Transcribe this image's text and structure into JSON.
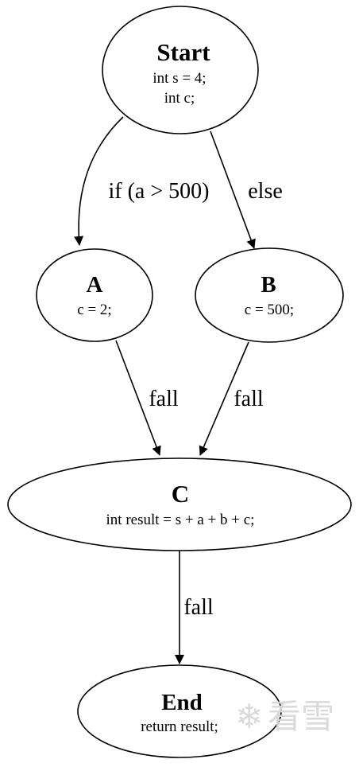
{
  "diagram": {
    "nodes": {
      "start": {
        "title": "Start",
        "lines": [
          "int s = 4;",
          "int c;"
        ]
      },
      "a": {
        "title": "A",
        "lines": [
          "c = 2;"
        ]
      },
      "b": {
        "title": "B",
        "lines": [
          "c = 500;"
        ]
      },
      "c": {
        "title": "C",
        "lines": [
          "int result = s + a + b + c;"
        ]
      },
      "end": {
        "title": "End",
        "lines": [
          "return result;"
        ]
      }
    },
    "edges": {
      "start_a": {
        "label": "if (a > 500)"
      },
      "start_b": {
        "label": "else"
      },
      "a_c": {
        "label": "fall"
      },
      "b_c": {
        "label": "fall"
      },
      "c_end": {
        "label": "fall"
      }
    },
    "colors": {
      "stroke": "#000000",
      "background": "#ffffff",
      "watermark": "#d9d9d9"
    }
  },
  "watermark": {
    "text": "看雪"
  }
}
